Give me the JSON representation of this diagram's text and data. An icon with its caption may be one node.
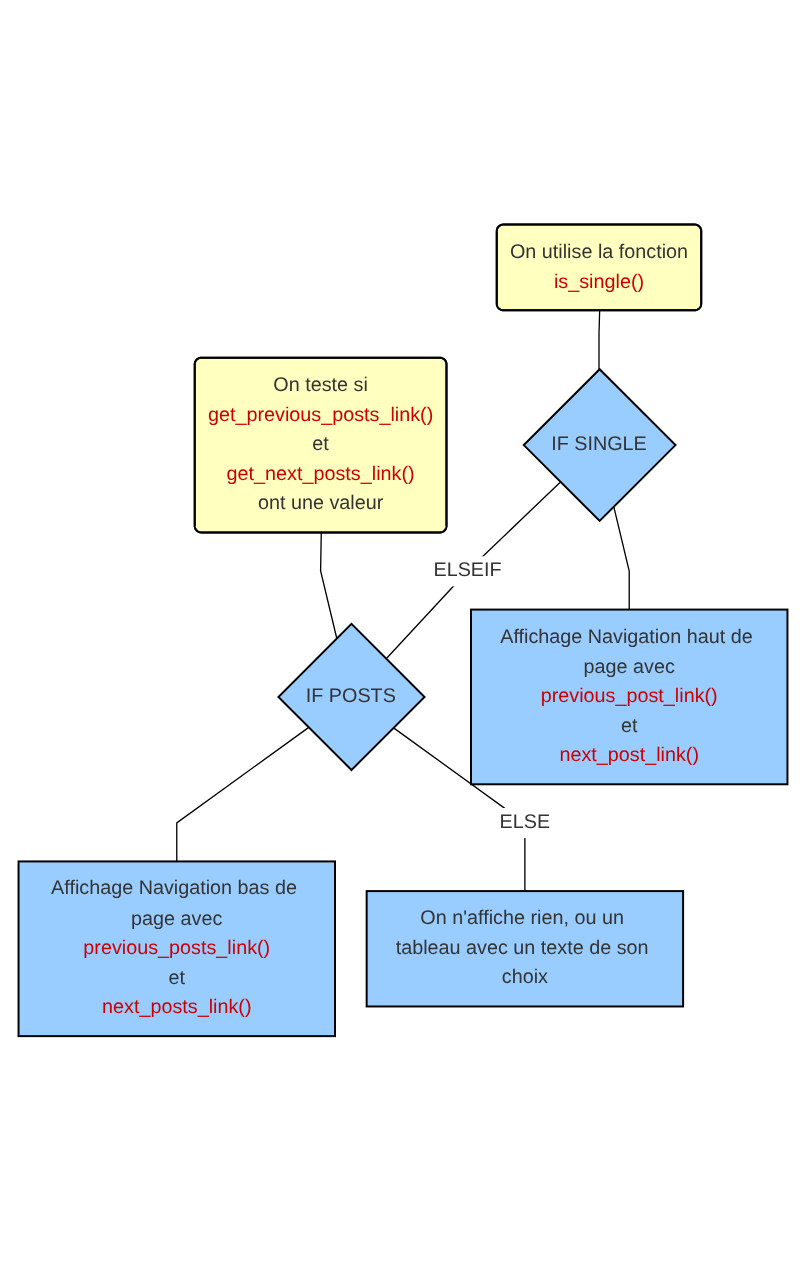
{
  "diagram": {
    "nodes": [
      {
        "text": [
          "On utilise la fonction",
          "is_single()"
        ]
      },
      {
        "text": [
          "On teste si",
          "get_previous_posts_link()",
          "et",
          "get_next_posts_link()",
          "ont une valeur"
        ]
      },
      {
        "text": [
          "IF SINGLE"
        ]
      },
      {
        "text": [
          "IF POSTS"
        ]
      },
      {
        "text": [
          "Affichage Navigation haut de page avec",
          "previous_post_link()",
          "et",
          "next_post_link()"
        ]
      },
      {
        "text": [
          "Affichage Navigation bas de page avec",
          "previous_posts_link()",
          "et",
          "next_posts_link()"
        ]
      },
      {
        "text": [
          "On n'affiche rien, ou un tableau avec un texte de son choix"
        ]
      }
    ],
    "edges": [
      {
        "from": 0,
        "to": 2,
        "arrow": "none"
      },
      {
        "from": 1,
        "to": 3,
        "arrow": "none"
      },
      {
        "from": 2,
        "to": 3,
        "arrow": "none",
        "label": "ELSEIF"
      },
      {
        "from": 2,
        "to": 4,
        "arrow": "none"
      },
      {
        "from": 3,
        "to": 5,
        "arrow": "none"
      },
      {
        "from": 3,
        "to": 6,
        "arrow": "none",
        "label": "ELSE"
      }
    ]
  }
}
